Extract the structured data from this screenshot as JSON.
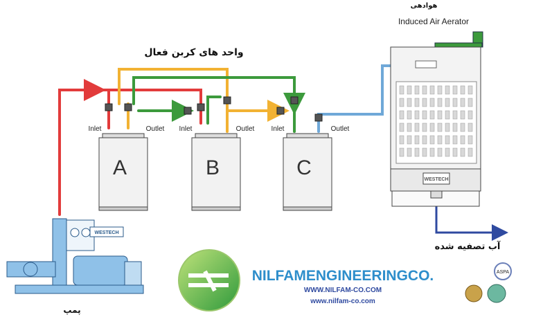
{
  "title_fa": "واحد های کربن فعال",
  "aerator": {
    "label_fa": "هوادهی",
    "label_en": "Induced Air Aerator",
    "brand": "WESTECH"
  },
  "tanks": [
    {
      "letter": "A",
      "inlet": "Inlet",
      "outlet": "Outlet"
    },
    {
      "letter": "B",
      "inlet": "Inlet",
      "outlet": "Outlet"
    },
    {
      "letter": "C",
      "inlet": "Inlet",
      "outlet": "Outlet"
    }
  ],
  "pump": {
    "label_fa": "پمپ",
    "brand": "WESTECH"
  },
  "output_fa": "آب تصفیه شده",
  "company": {
    "name": "NILFAMENGINEERINGCO.",
    "web1": "WWW.NILFAM-CO.COM",
    "web2": "www.nilfam-co.com",
    "logo_text": "ASPA"
  },
  "colors": {
    "red": "#e23b3b",
    "orange": "#f2b233",
    "green": "#3c9a3c",
    "blue": "#6fa8d8",
    "navy": "#2f4aa0",
    "tank": "#f2f2f2"
  }
}
